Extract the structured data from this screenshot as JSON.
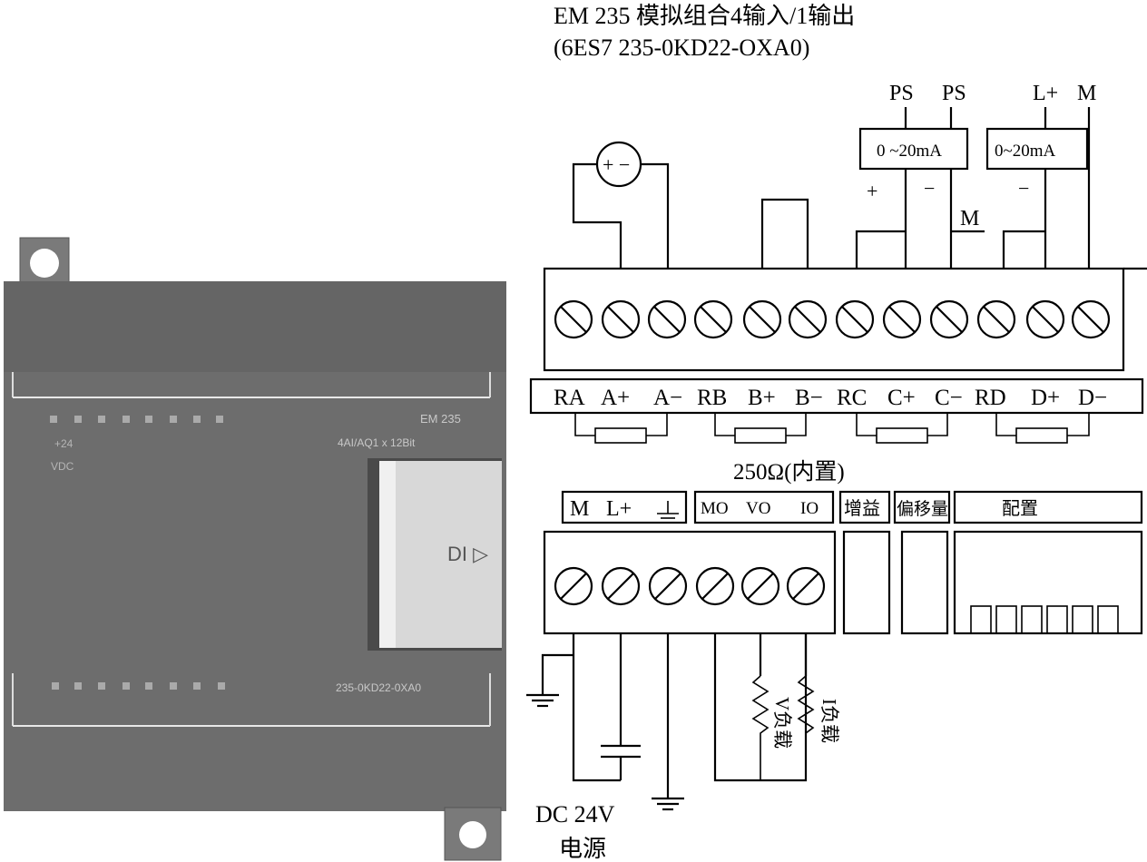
{
  "title": {
    "line1": "EM 235 模拟组合4输入/1输出",
    "line2": "(6ES7 235-0KD22-OXA0)"
  },
  "top_labels": {
    "ps1": "PS",
    "ps2": "PS",
    "lplus": "L+",
    "m": "M",
    "current1": "0 ~20mA",
    "current2": "0~20mA",
    "plus": "+",
    "minus1": "−",
    "minus2": "−",
    "m_small": "M"
  },
  "voltage_source": "+ −",
  "input_terminals": [
    "RA",
    "A+",
    "A−",
    "RB",
    "B+",
    "B−",
    "RC",
    "C+",
    "C−",
    "RD",
    "D+",
    "D−"
  ],
  "resistor_note": "250Ω(内置)",
  "lower_groups": {
    "power": [
      "M",
      "L+"
    ],
    "outputs": [
      "MO",
      "VO",
      "IO"
    ],
    "gain": "增益",
    "offset": "偏移量",
    "config": "配置"
  },
  "loads": {
    "v_load": "V负载",
    "i_load": "I负载"
  },
  "power_supply": {
    "line1": "DC  24V",
    "line2": "电源"
  },
  "module_photo": {
    "model": "EM 235",
    "spec": "4AI/AQ1 x 12Bit",
    "order": "235-0KD22-0XA0",
    "led1": "+24",
    "led2": "VDC",
    "flap": "DI ▷"
  }
}
